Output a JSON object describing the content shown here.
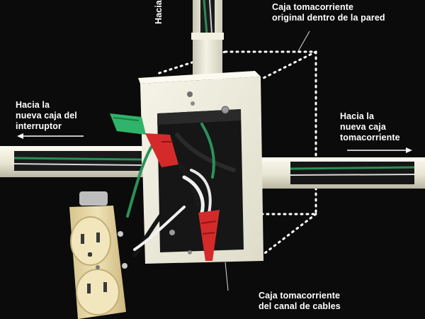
{
  "labels": {
    "top_partial": "Hacia",
    "original_box": "Caja tomacorriente\noriginal dentro de la pared",
    "to_switch": "Hacia la\nnueva caja del\ninterruptor",
    "to_new_box": "Hacia la\nnueva caja\ntomacorriente",
    "raceway_box": "Caja tomacorriente\ndel canal de cables"
  },
  "colors": {
    "background": "#0b0b0b",
    "raceway": "#ecead8",
    "wire_green": "#1f8a4a",
    "wire_white": "#f2f2f2",
    "wire_black": "#1a1a1a",
    "connector_red": "#d42a2a",
    "connector_green": "#2fb36a",
    "receptacle": "#e6d7a6"
  }
}
